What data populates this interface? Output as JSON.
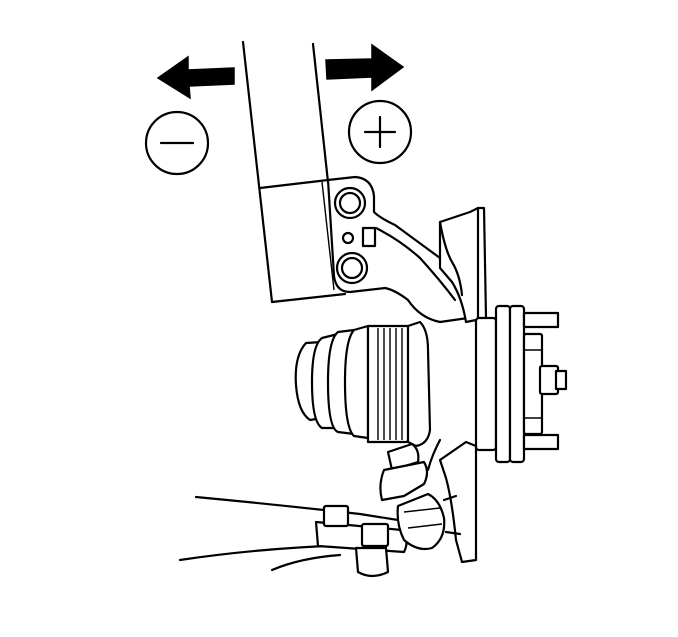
{
  "diagram": {
    "direction_indicators": [
      {
        "symbol": "−",
        "meaning": "negative",
        "arrow": "left"
      },
      {
        "symbol": "+",
        "meaning": "positive",
        "arrow": "right"
      }
    ],
    "colors": {
      "line": "#000000",
      "background": "#ffffff"
    },
    "icons": [
      "minus-sign-icon",
      "plus-sign-icon",
      "left-arrow-icon",
      "right-arrow-icon"
    ]
  }
}
